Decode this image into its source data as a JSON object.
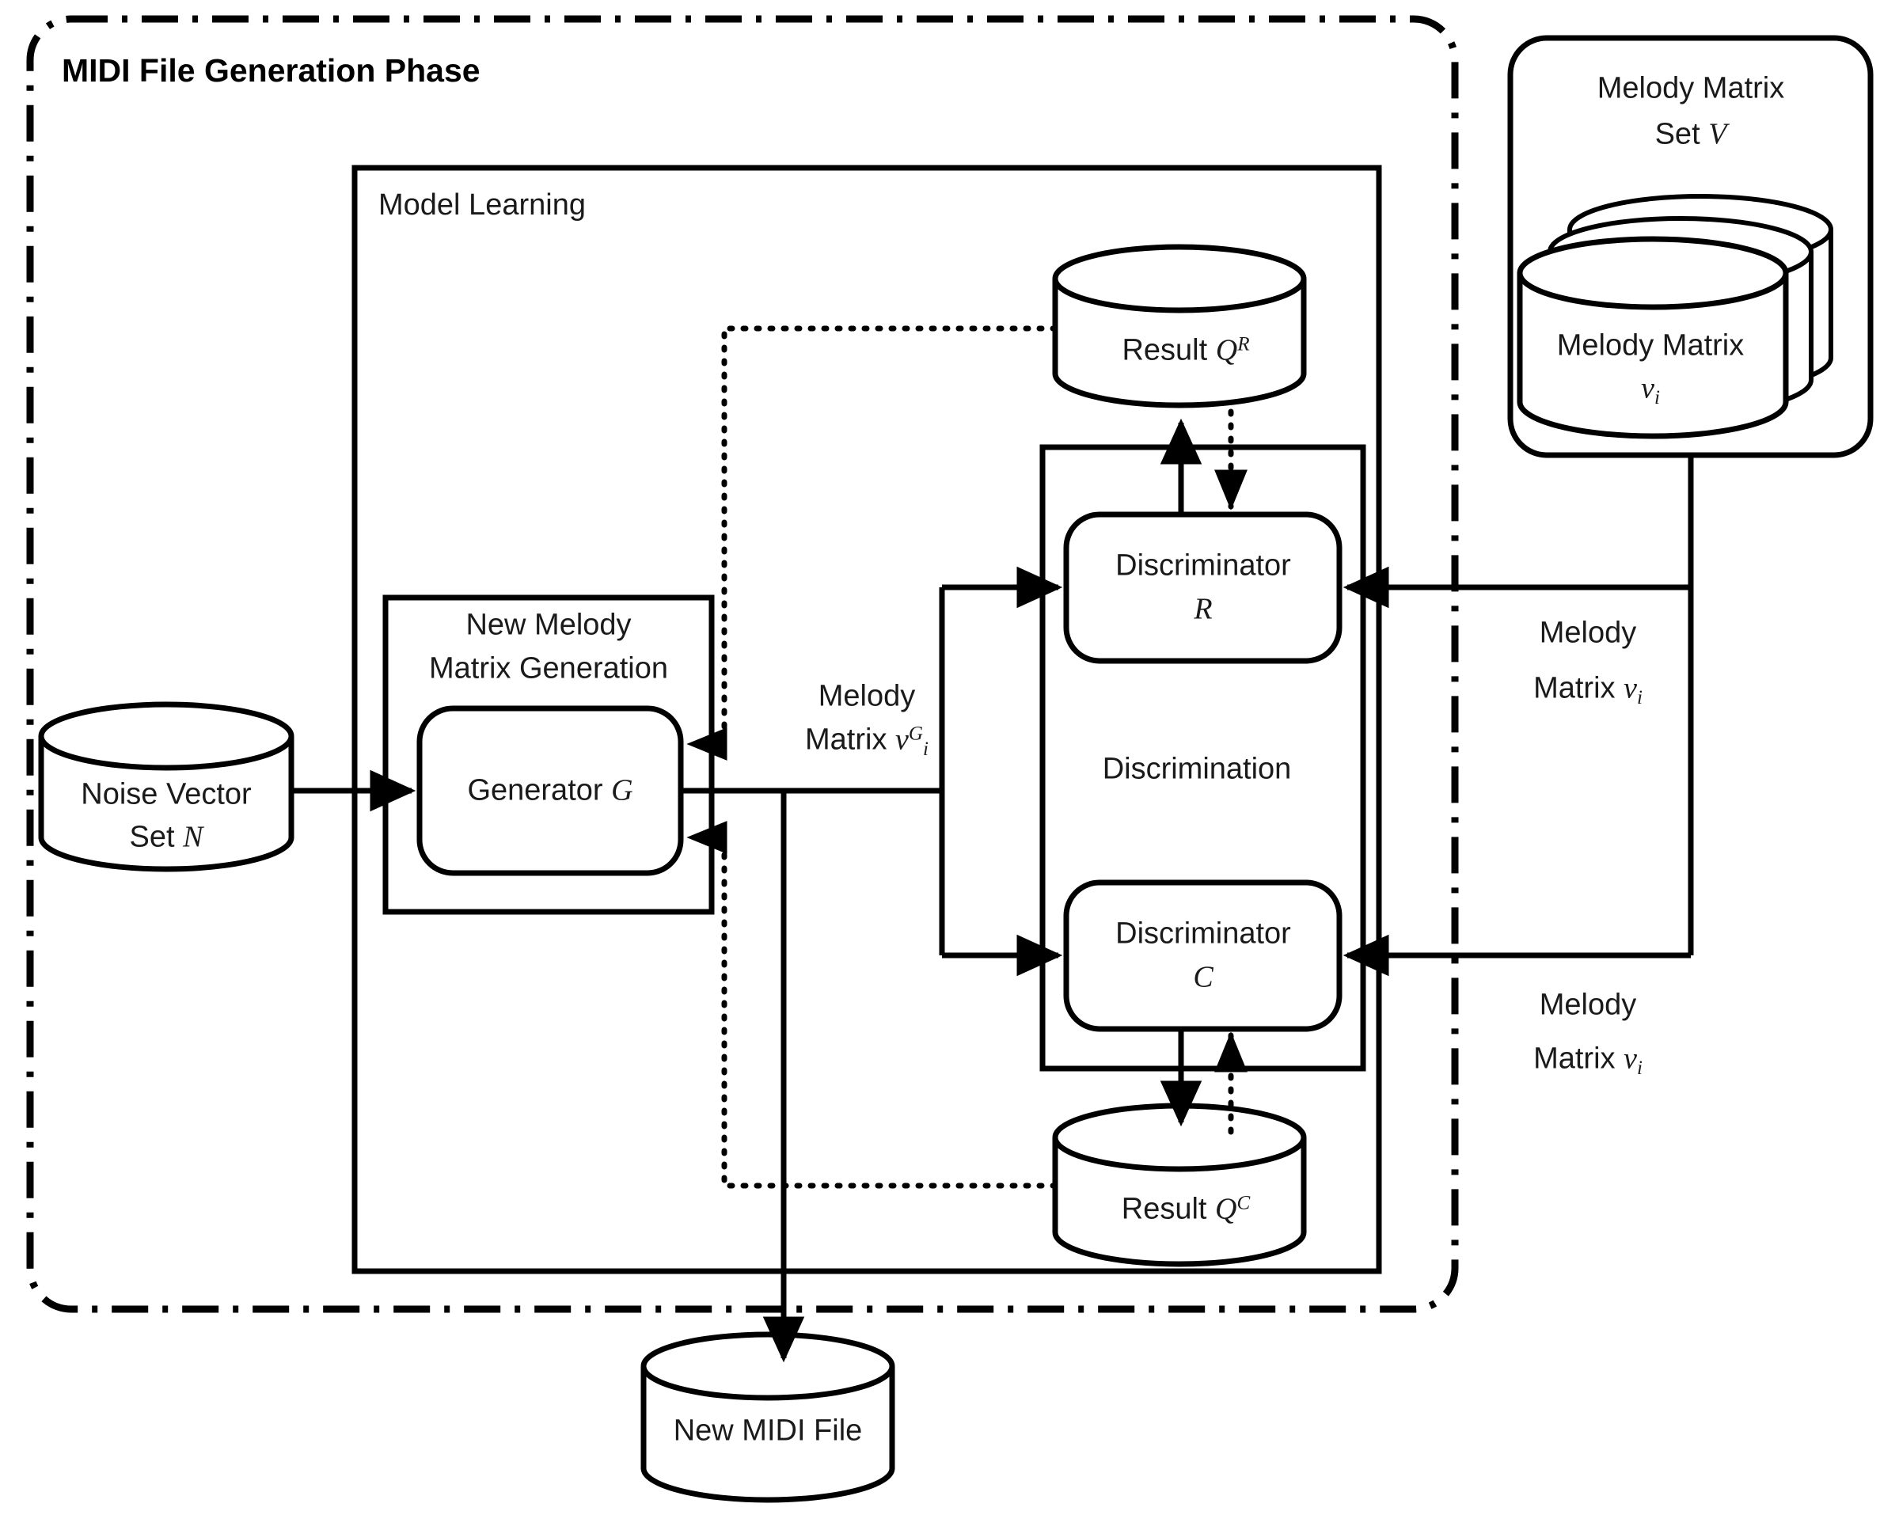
{
  "diagram": {
    "phase_title": "MIDI File Generation Phase",
    "groups": {
      "model_learning": "Model Learning",
      "new_melody_matrix_generation_line1": "New Melody",
      "new_melody_matrix_generation_line2": "Matrix Generation",
      "discrimination": "Discrimination"
    },
    "nodes": {
      "noise_vector_set": {
        "line1": "Noise Vector",
        "line2_prefix": "Set ",
        "line2_var": "N"
      },
      "generator": {
        "prefix": "Generator ",
        "var": "G"
      },
      "result_qr": {
        "prefix": "Result ",
        "var": "Q",
        "sup": "R"
      },
      "result_qc": {
        "prefix": "Result ",
        "var": "Q",
        "sup": "C"
      },
      "discriminator_r": {
        "line1": "Discriminator",
        "var": "R"
      },
      "discriminator_c": {
        "line1": "Discriminator",
        "var": "C"
      },
      "melody_matrix_set": {
        "line1": "Melody Matrix",
        "line2_prefix": "Set ",
        "line2_var": "V"
      },
      "melody_matrix_vi_stack": {
        "line1": "Melody Matrix",
        "var": "v",
        "sub": "i"
      },
      "new_midi_file": {
        "label": "New MIDI File"
      }
    },
    "edge_labels": {
      "melody_matrix_vi_g": {
        "line1": "Melody",
        "line2_prefix": "Matrix ",
        "var": "v",
        "sub": "i",
        "sup": "G"
      },
      "melody_matrix_vi_top": {
        "line1": "Melody",
        "line2_prefix": "Matrix ",
        "var": "v",
        "sub": "i"
      },
      "melody_matrix_vi_bottom": {
        "line1": "Melody",
        "line2_prefix": "Matrix ",
        "var": "v",
        "sub": "i"
      }
    },
    "colors": {
      "stroke": "#000000",
      "background": "#ffffff",
      "text": "#1a1a1a",
      "title_text": "#000000"
    },
    "line_styles": {
      "phase_boundary": "dash-dot",
      "feedback": "dotted",
      "flow": "solid"
    }
  }
}
